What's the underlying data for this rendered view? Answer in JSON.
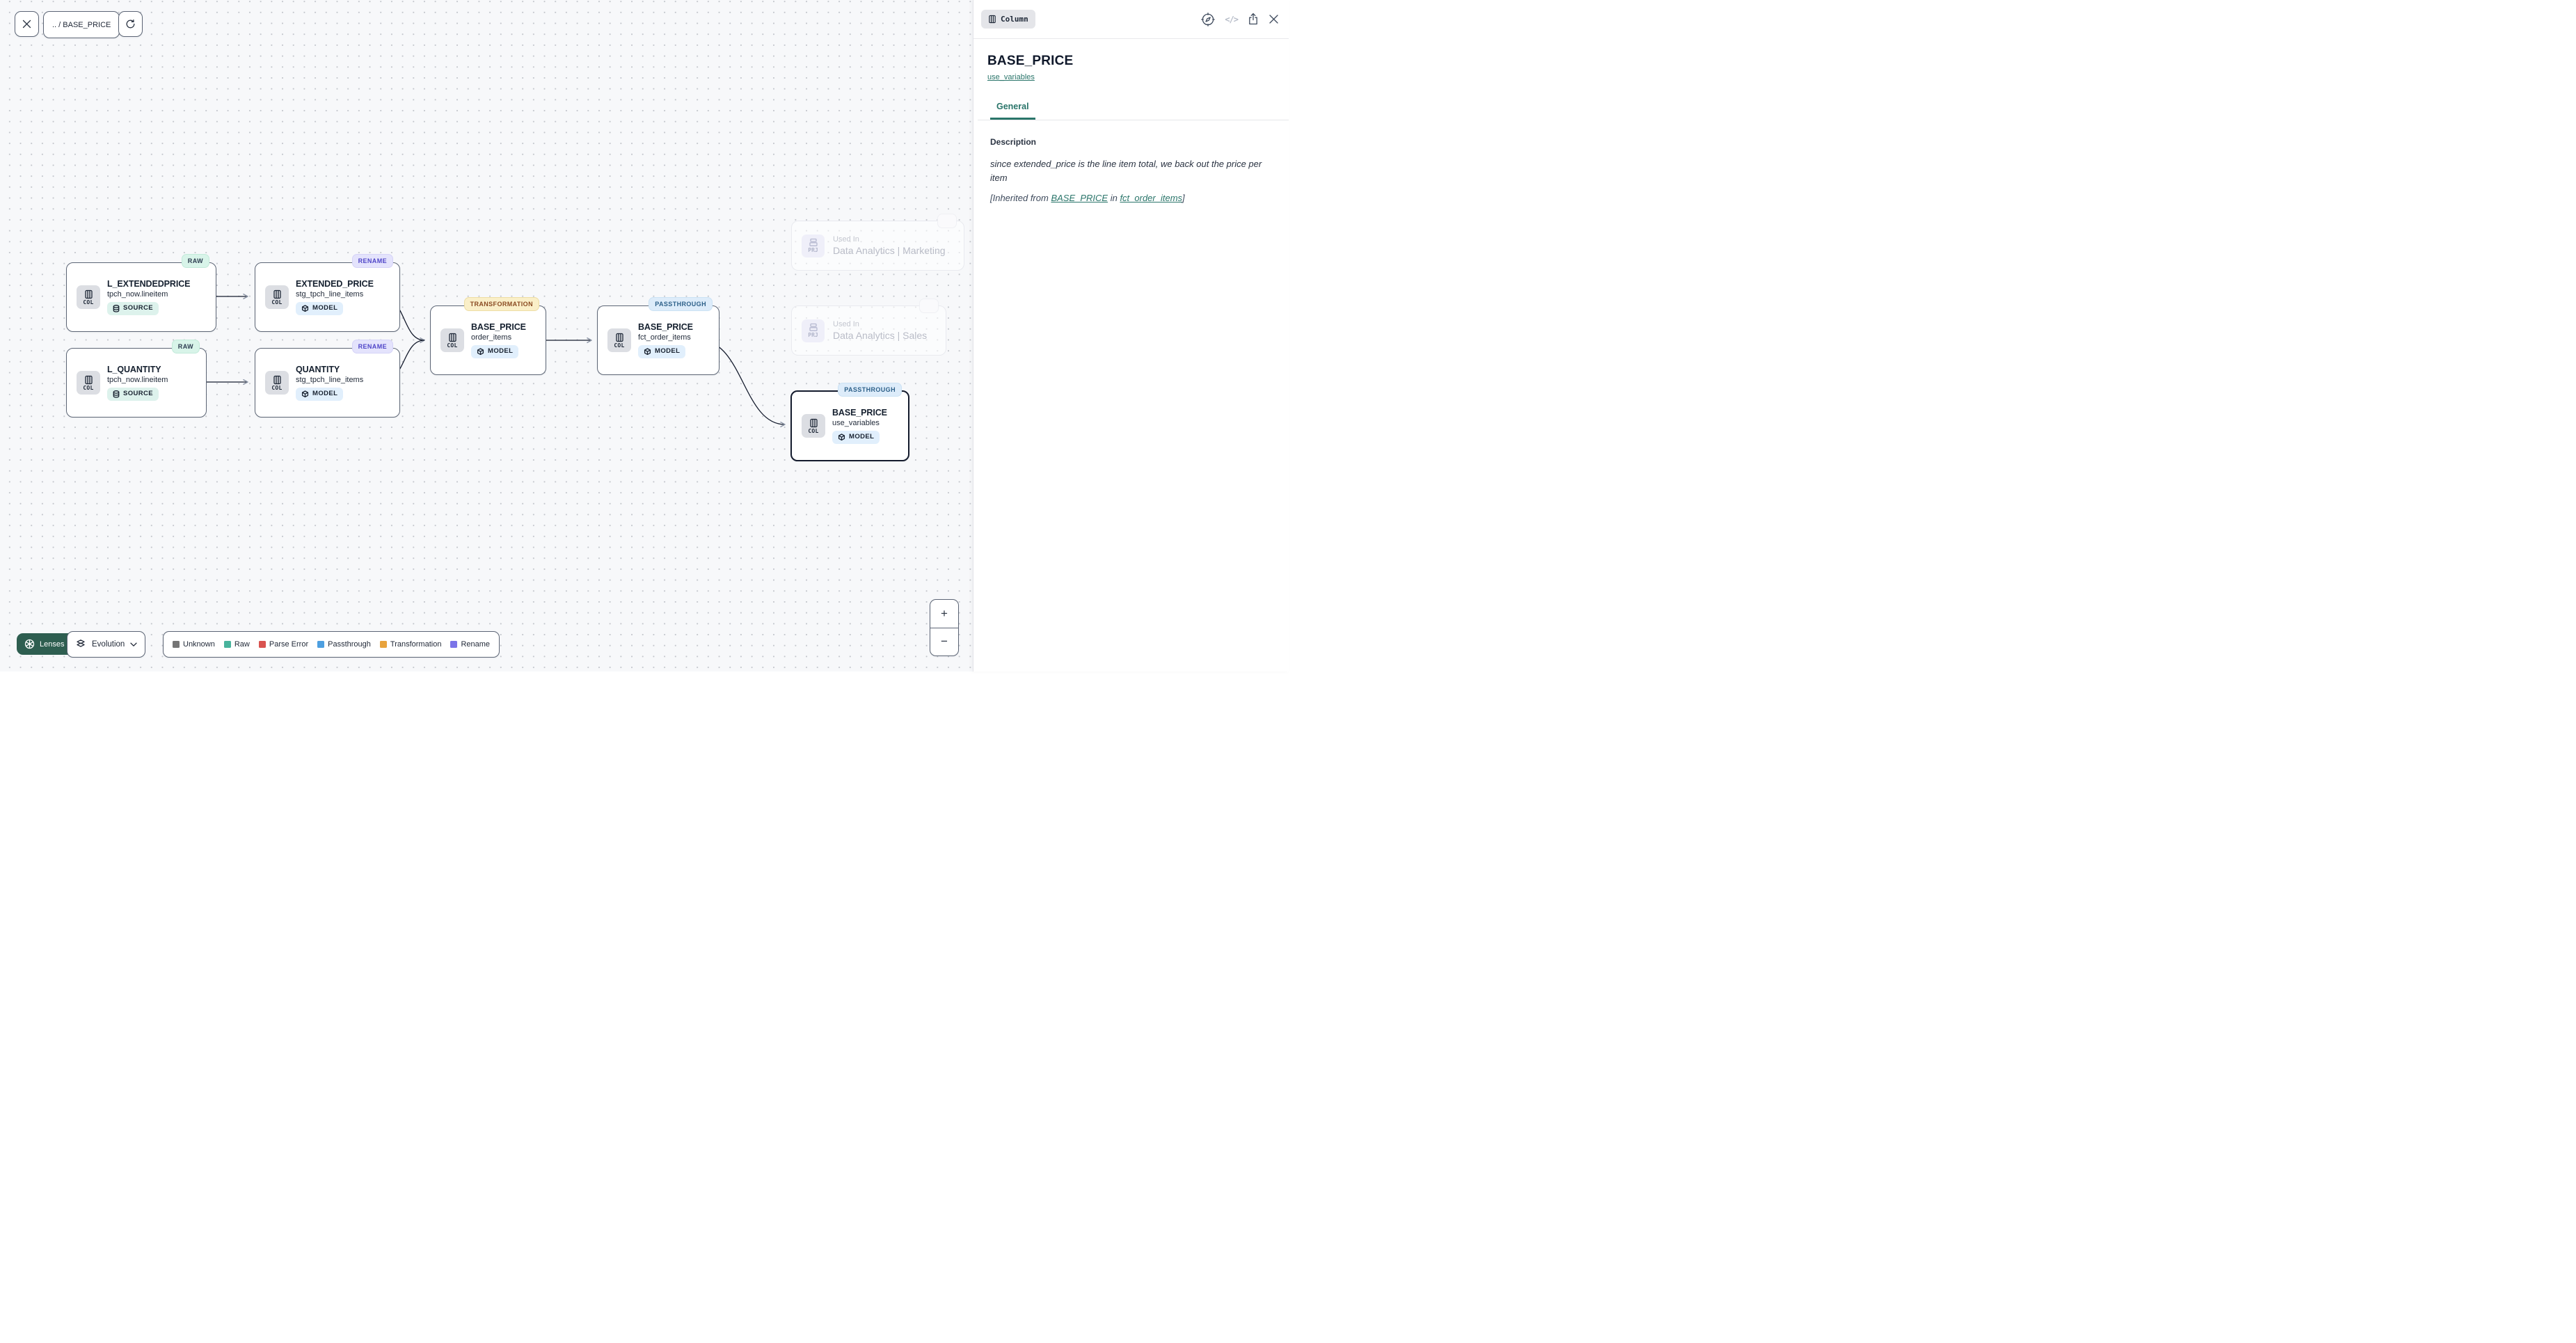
{
  "toolbar": {
    "breadcrumb": ".. / BASE_PRICE"
  },
  "canvas": {
    "nodes": [
      {
        "title": "L_EXTENDEDPRICE",
        "subtitle": "tpch_now.lineitem",
        "kind": "COL",
        "badge": "SOURCE",
        "tag": "RAW"
      },
      {
        "title": "EXTENDED_PRICE",
        "subtitle": "stg_tpch_line_items",
        "kind": "COL",
        "badge": "MODEL",
        "tag": "RENAME"
      },
      {
        "title": "L_QUANTITY",
        "subtitle": "tpch_now.lineitem",
        "kind": "COL",
        "badge": "SOURCE",
        "tag": "RAW"
      },
      {
        "title": "QUANTITY",
        "subtitle": "stg_tpch_line_items",
        "kind": "COL",
        "badge": "MODEL",
        "tag": "RENAME"
      },
      {
        "title": "BASE_PRICE",
        "subtitle": "order_items",
        "kind": "COL",
        "badge": "MODEL",
        "tag": "TRANSFORMATION"
      },
      {
        "title": "BASE_PRICE",
        "subtitle": "fct_order_items",
        "kind": "COL",
        "badge": "MODEL",
        "tag": "PASSTHROUGH"
      },
      {
        "title": "BASE_PRICE",
        "subtitle": "use_variables",
        "kind": "COL",
        "badge": "MODEL",
        "tag": "PASSTHROUGH",
        "selected": true
      }
    ],
    "ghosts": [
      {
        "kind": "PRJ",
        "label": "Used In",
        "name": "Data Analytics | Marketing"
      },
      {
        "kind": "PRJ",
        "label": "Used In",
        "name": "Data Analytics | Sales"
      }
    ],
    "zoom_controls": {
      "zoom_in": "+",
      "zoom_out": "−"
    }
  },
  "footer": {
    "lenses_label": "Lenses",
    "lens_selected": "Evolution",
    "legend": {
      "items": [
        {
          "label": "Unknown",
          "color": "#757575"
        },
        {
          "label": "Raw",
          "color": "#48b39c"
        },
        {
          "label": "Parse Error",
          "color": "#d9534f"
        },
        {
          "label": "Passthrough",
          "color": "#4d9fe0"
        },
        {
          "label": "Transformation",
          "color": "#e8a33d"
        },
        {
          "label": "Rename",
          "color": "#7b74e8"
        }
      ]
    }
  },
  "panel": {
    "type_badge": "Column",
    "title": "BASE_PRICE",
    "subtitle_link": "use_variables",
    "tabs": [
      {
        "label": "General",
        "active": true
      }
    ],
    "description": {
      "heading": "Description",
      "body": "since extended_price is the line item total, we back out the price per item",
      "inherited_prefix": "[Inherited from ",
      "inherited_link1": "BASE_PRICE",
      "inherited_middle": " in ",
      "inherited_link2": "fct_order_items",
      "inherited_suffix": "]"
    }
  },
  "icons": {
    "close": "✕",
    "refresh": "⟳",
    "columns": "▥",
    "database": "⛁",
    "cube": "⬡",
    "compass": "◉",
    "code": "</>",
    "share": "⇧",
    "aperture": "✳",
    "layers": "⧉",
    "chevron-down": "⌄",
    "archive": "🗃",
    "zoom-in": "+",
    "zoom-out": "−"
  },
  "colors": {
    "canvas_bg": "#f7f8fa",
    "accent_teal": "#2a756a",
    "lenses_green": "#2e5e50",
    "tag_raw_bg": "#d8f4e9",
    "tag_rename_bg": "#e4e3fc",
    "tag_transformation_bg": "#faefc8",
    "tag_passthrough_bg": "#ddecfa",
    "pill_source_bg": "#ddf2ec",
    "pill_model_bg": "#e1effc",
    "node_border": "#5c6575",
    "selected_border": "#141b2d"
  }
}
